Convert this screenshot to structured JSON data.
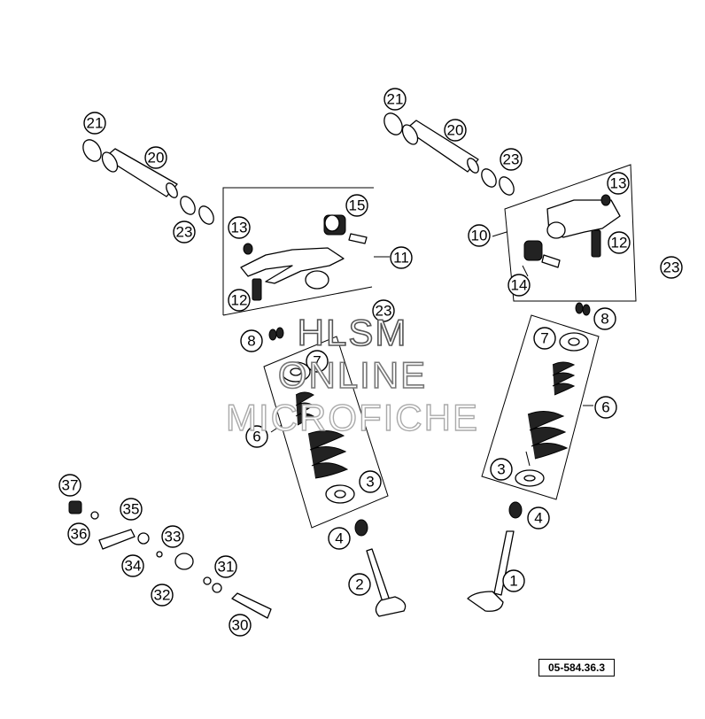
{
  "diagram": {
    "watermark": [
      "HLSM",
      "ONLINE",
      "MICROFICHE"
    ],
    "reference_code": "05-584.36.3",
    "callouts": [
      {
        "label": "21"
      },
      {
        "label": "20"
      },
      {
        "label": "23"
      },
      {
        "label": "21"
      },
      {
        "label": "20"
      },
      {
        "label": "23"
      },
      {
        "label": "13"
      },
      {
        "label": "15"
      },
      {
        "label": "11"
      },
      {
        "label": "12"
      },
      {
        "label": "23"
      },
      {
        "label": "13"
      },
      {
        "label": "10"
      },
      {
        "label": "12"
      },
      {
        "label": "14"
      },
      {
        "label": "23"
      },
      {
        "label": "8"
      },
      {
        "label": "7"
      },
      {
        "label": "6"
      },
      {
        "label": "3"
      },
      {
        "label": "4"
      },
      {
        "label": "2"
      },
      {
        "label": "8"
      },
      {
        "label": "7"
      },
      {
        "label": "6"
      },
      {
        "label": "3"
      },
      {
        "label": "4"
      },
      {
        "label": "1"
      },
      {
        "label": "37"
      },
      {
        "label": "35"
      },
      {
        "label": "36"
      },
      {
        "label": "33"
      },
      {
        "label": "34"
      },
      {
        "label": "31"
      },
      {
        "label": "32"
      },
      {
        "label": "30"
      }
    ]
  }
}
